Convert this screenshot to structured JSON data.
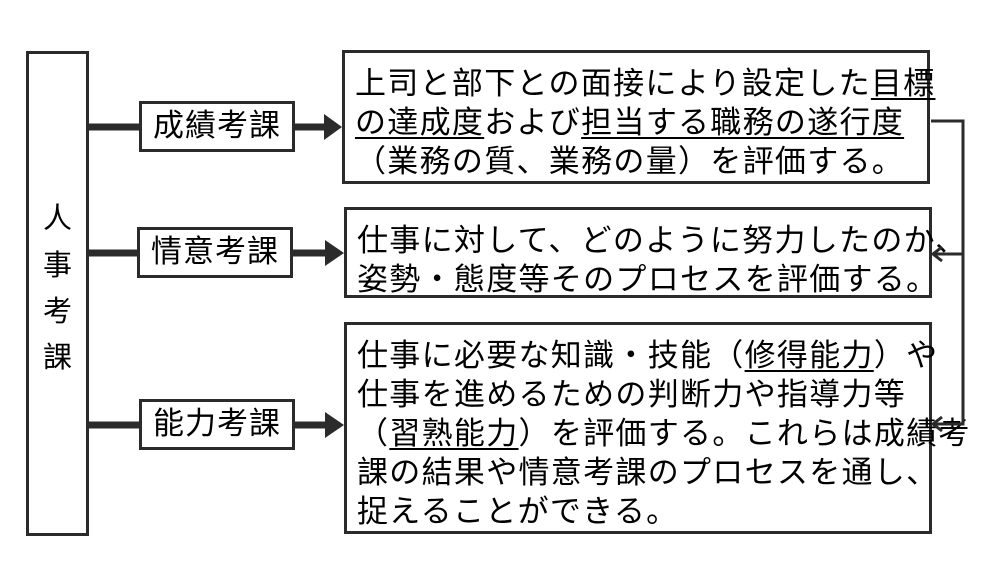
{
  "root": {
    "label_chars": [
      "人",
      "事",
      "考",
      "課"
    ],
    "label": "人事考課"
  },
  "categories": [
    {
      "label": "成績考課",
      "description_lines": [
        [
          {
            "text": "上司と部下との面接により設定した",
            "underline": false
          },
          {
            "text": "目標",
            "underline": true
          }
        ],
        [
          {
            "text": "の達成度",
            "underline": true
          },
          {
            "text": "および",
            "underline": false
          },
          {
            "text": "担当する職務の遂行度",
            "underline": true
          }
        ],
        [
          {
            "text": "（業務の質、業務の量）を評価する。",
            "underline": false
          }
        ]
      ]
    },
    {
      "label": "情意考課",
      "description_lines": [
        [
          {
            "text": "仕事に対して、どのように努力したのか、",
            "underline": false
          }
        ],
        [
          {
            "text": "姿勢・態度等そのプロセスを評価する。",
            "underline": false
          }
        ]
      ]
    },
    {
      "label": "能力考課",
      "description_lines": [
        [
          {
            "text": "仕事に必要な知識・技能（",
            "underline": false
          },
          {
            "text": "修得能力",
            "underline": true
          },
          {
            "text": "）や",
            "underline": false
          }
        ],
        [
          {
            "text": "仕事を進めるための判断力や指導力等",
            "underline": false
          }
        ],
        [
          {
            "text": "（",
            "underline": false
          },
          {
            "text": "習熟能力",
            "underline": true
          },
          {
            "text": "）を評価する。これらは成績考",
            "underline": false
          }
        ],
        [
          {
            "text": "課の結果や情意考課のプロセスを通し、",
            "underline": false
          }
        ],
        [
          {
            "text": "捉えることができる。",
            "underline": false
          }
        ]
      ]
    }
  ],
  "colors": {
    "stroke": "#2b2b2b",
    "background": "#ffffff",
    "text": "#000000"
  }
}
